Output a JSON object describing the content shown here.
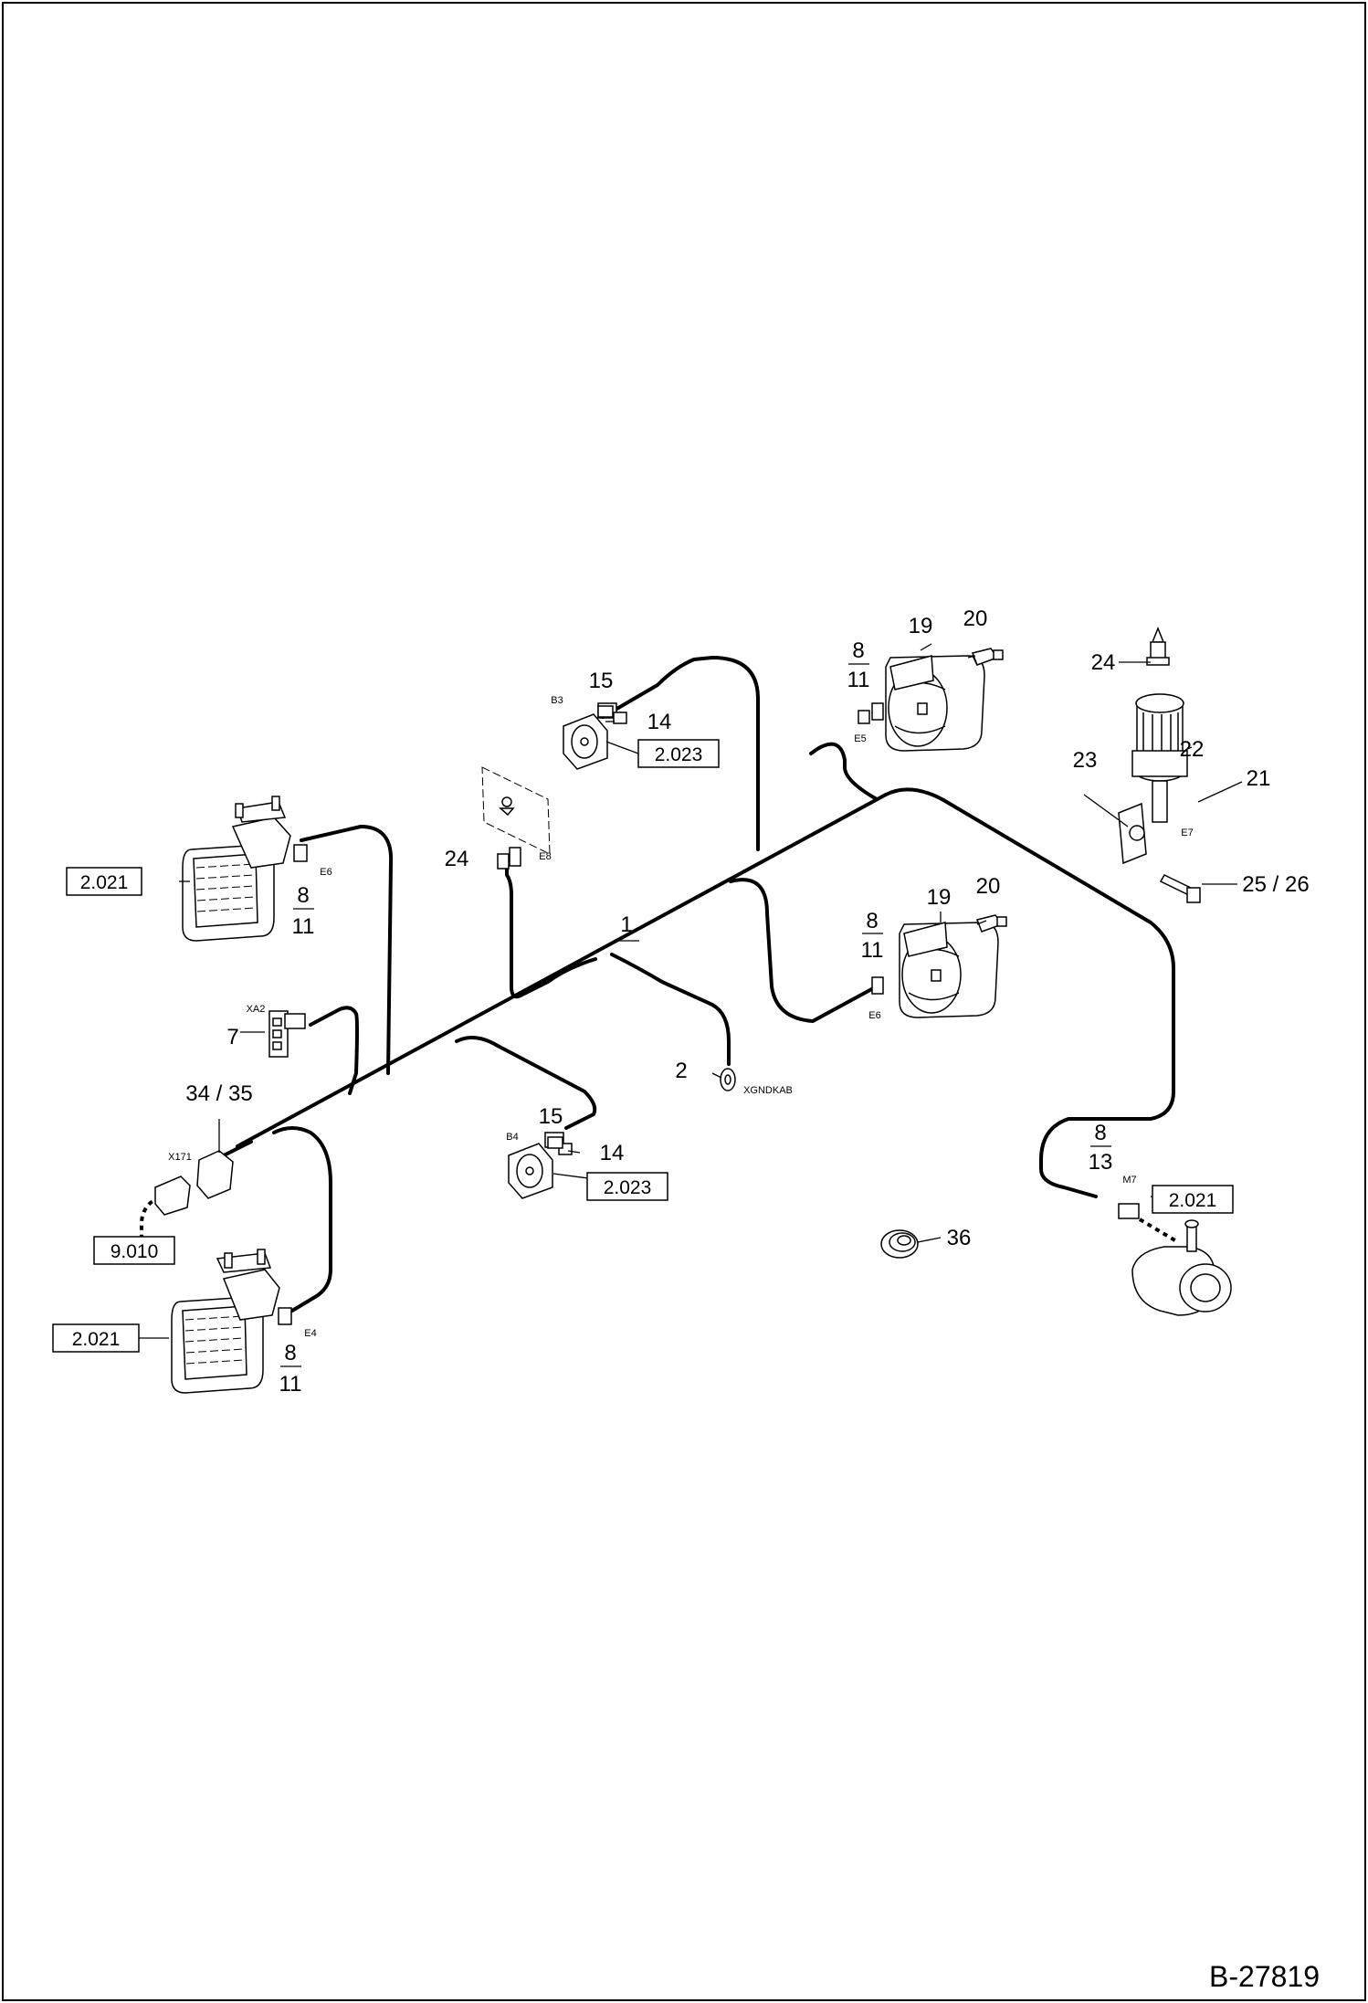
{
  "document_number": "B-27819",
  "refs": {
    "r2021a": "2.021",
    "r2021b": "2.021",
    "r2021c": "2.021",
    "r2023a": "2.023",
    "r2023b": "2.023",
    "r9010": "9.010"
  },
  "callouts": {
    "c1": "1",
    "c2": "2",
    "c7": "7",
    "c8": "8",
    "c11": "11",
    "c13": "13",
    "c14": "14",
    "c15": "15",
    "c19": "19",
    "c20": "20",
    "c21": "21",
    "c22": "22",
    "c23": "23",
    "c24a": "24",
    "c24b": "24",
    "c25_26": "25 / 26",
    "c34_35": "34 / 35",
    "c36": "36"
  },
  "designators": {
    "e4": "E4",
    "e5": "E5",
    "e6": "E6",
    "e7": "E7",
    "e8": "E8",
    "b3": "B3",
    "b4": "B4",
    "m7": "M7",
    "xa2": "XA2",
    "x171": "X171",
    "xgndkab": "XGNDKAB"
  }
}
